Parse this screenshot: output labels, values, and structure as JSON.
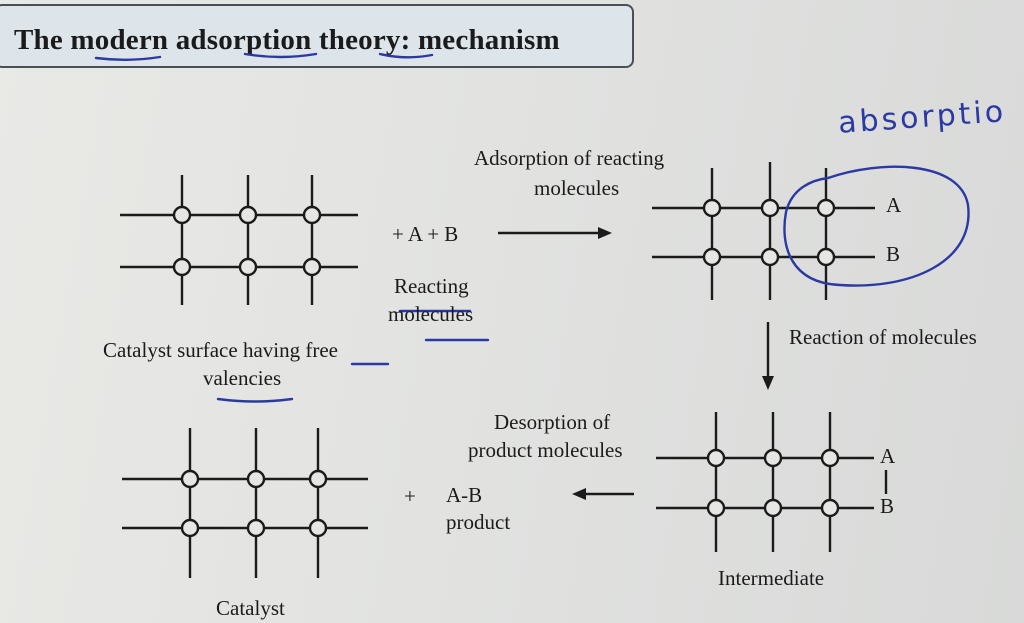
{
  "title": "The modern adsorption theory: mechanism",
  "labels": {
    "catalyst_surface": "Catalyst surface having free",
    "valencies": "valencies",
    "plus_a_b": "+ A + B",
    "reacting": "Reacting",
    "molecules": "molecules",
    "adsorption_line1": "Adsorption of reacting",
    "adsorption_line2": "molecules",
    "reaction_of_molecules": "Reaction of molecules",
    "desorption_line1": "Desorption of",
    "desorption_line2": "product molecules",
    "plus": "+",
    "ab": "A-B",
    "product": "product",
    "intermediate": "Intermediate",
    "catalyst": "Catalyst",
    "atom_a": "A",
    "atom_b": "B"
  },
  "annotation": {
    "handwritten": "absorptio",
    "ink_color": "#2b3aa3"
  }
}
